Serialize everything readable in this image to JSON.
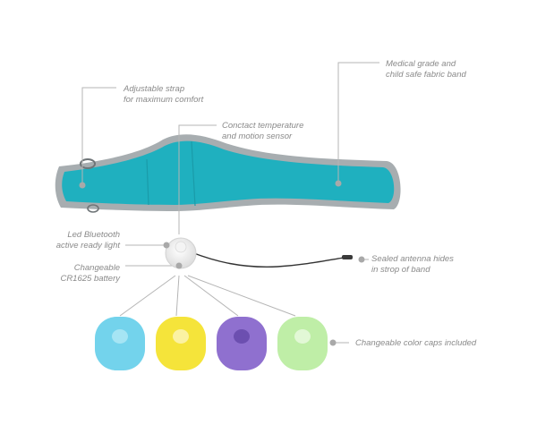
{
  "callouts": {
    "adjustable_strap": "Adjustable strap\nfor maximum comfort",
    "medical_band": "Medical grade and\nchild safe fabric band",
    "sensor": "Conctact temperature\nand motion sensor",
    "led": "Led Bluetooth\nactive ready light",
    "battery": "Changeable\nCR1625 battery",
    "antenna": "Sealed antenna hides\nin strop of band",
    "caps": "Changeable color caps included"
  },
  "colors": {
    "band_fabric": "#1fb0bf",
    "band_border": "#a7adb0",
    "leader_line": "#b5b5b5",
    "text": "#8a8a8a"
  },
  "caps": [
    {
      "name": "blue-cap",
      "color": "#73d3ec",
      "hole": "#a6e5f4"
    },
    {
      "name": "yellow-cap",
      "color": "#f5e43a",
      "hole": "#fbf2a2"
    },
    {
      "name": "purple-cap",
      "color": "#8f70cf",
      "hole": "#6c4fb0"
    },
    {
      "name": "green-cap",
      "color": "#bfeea7",
      "hole": "#e2f8d6"
    }
  ]
}
